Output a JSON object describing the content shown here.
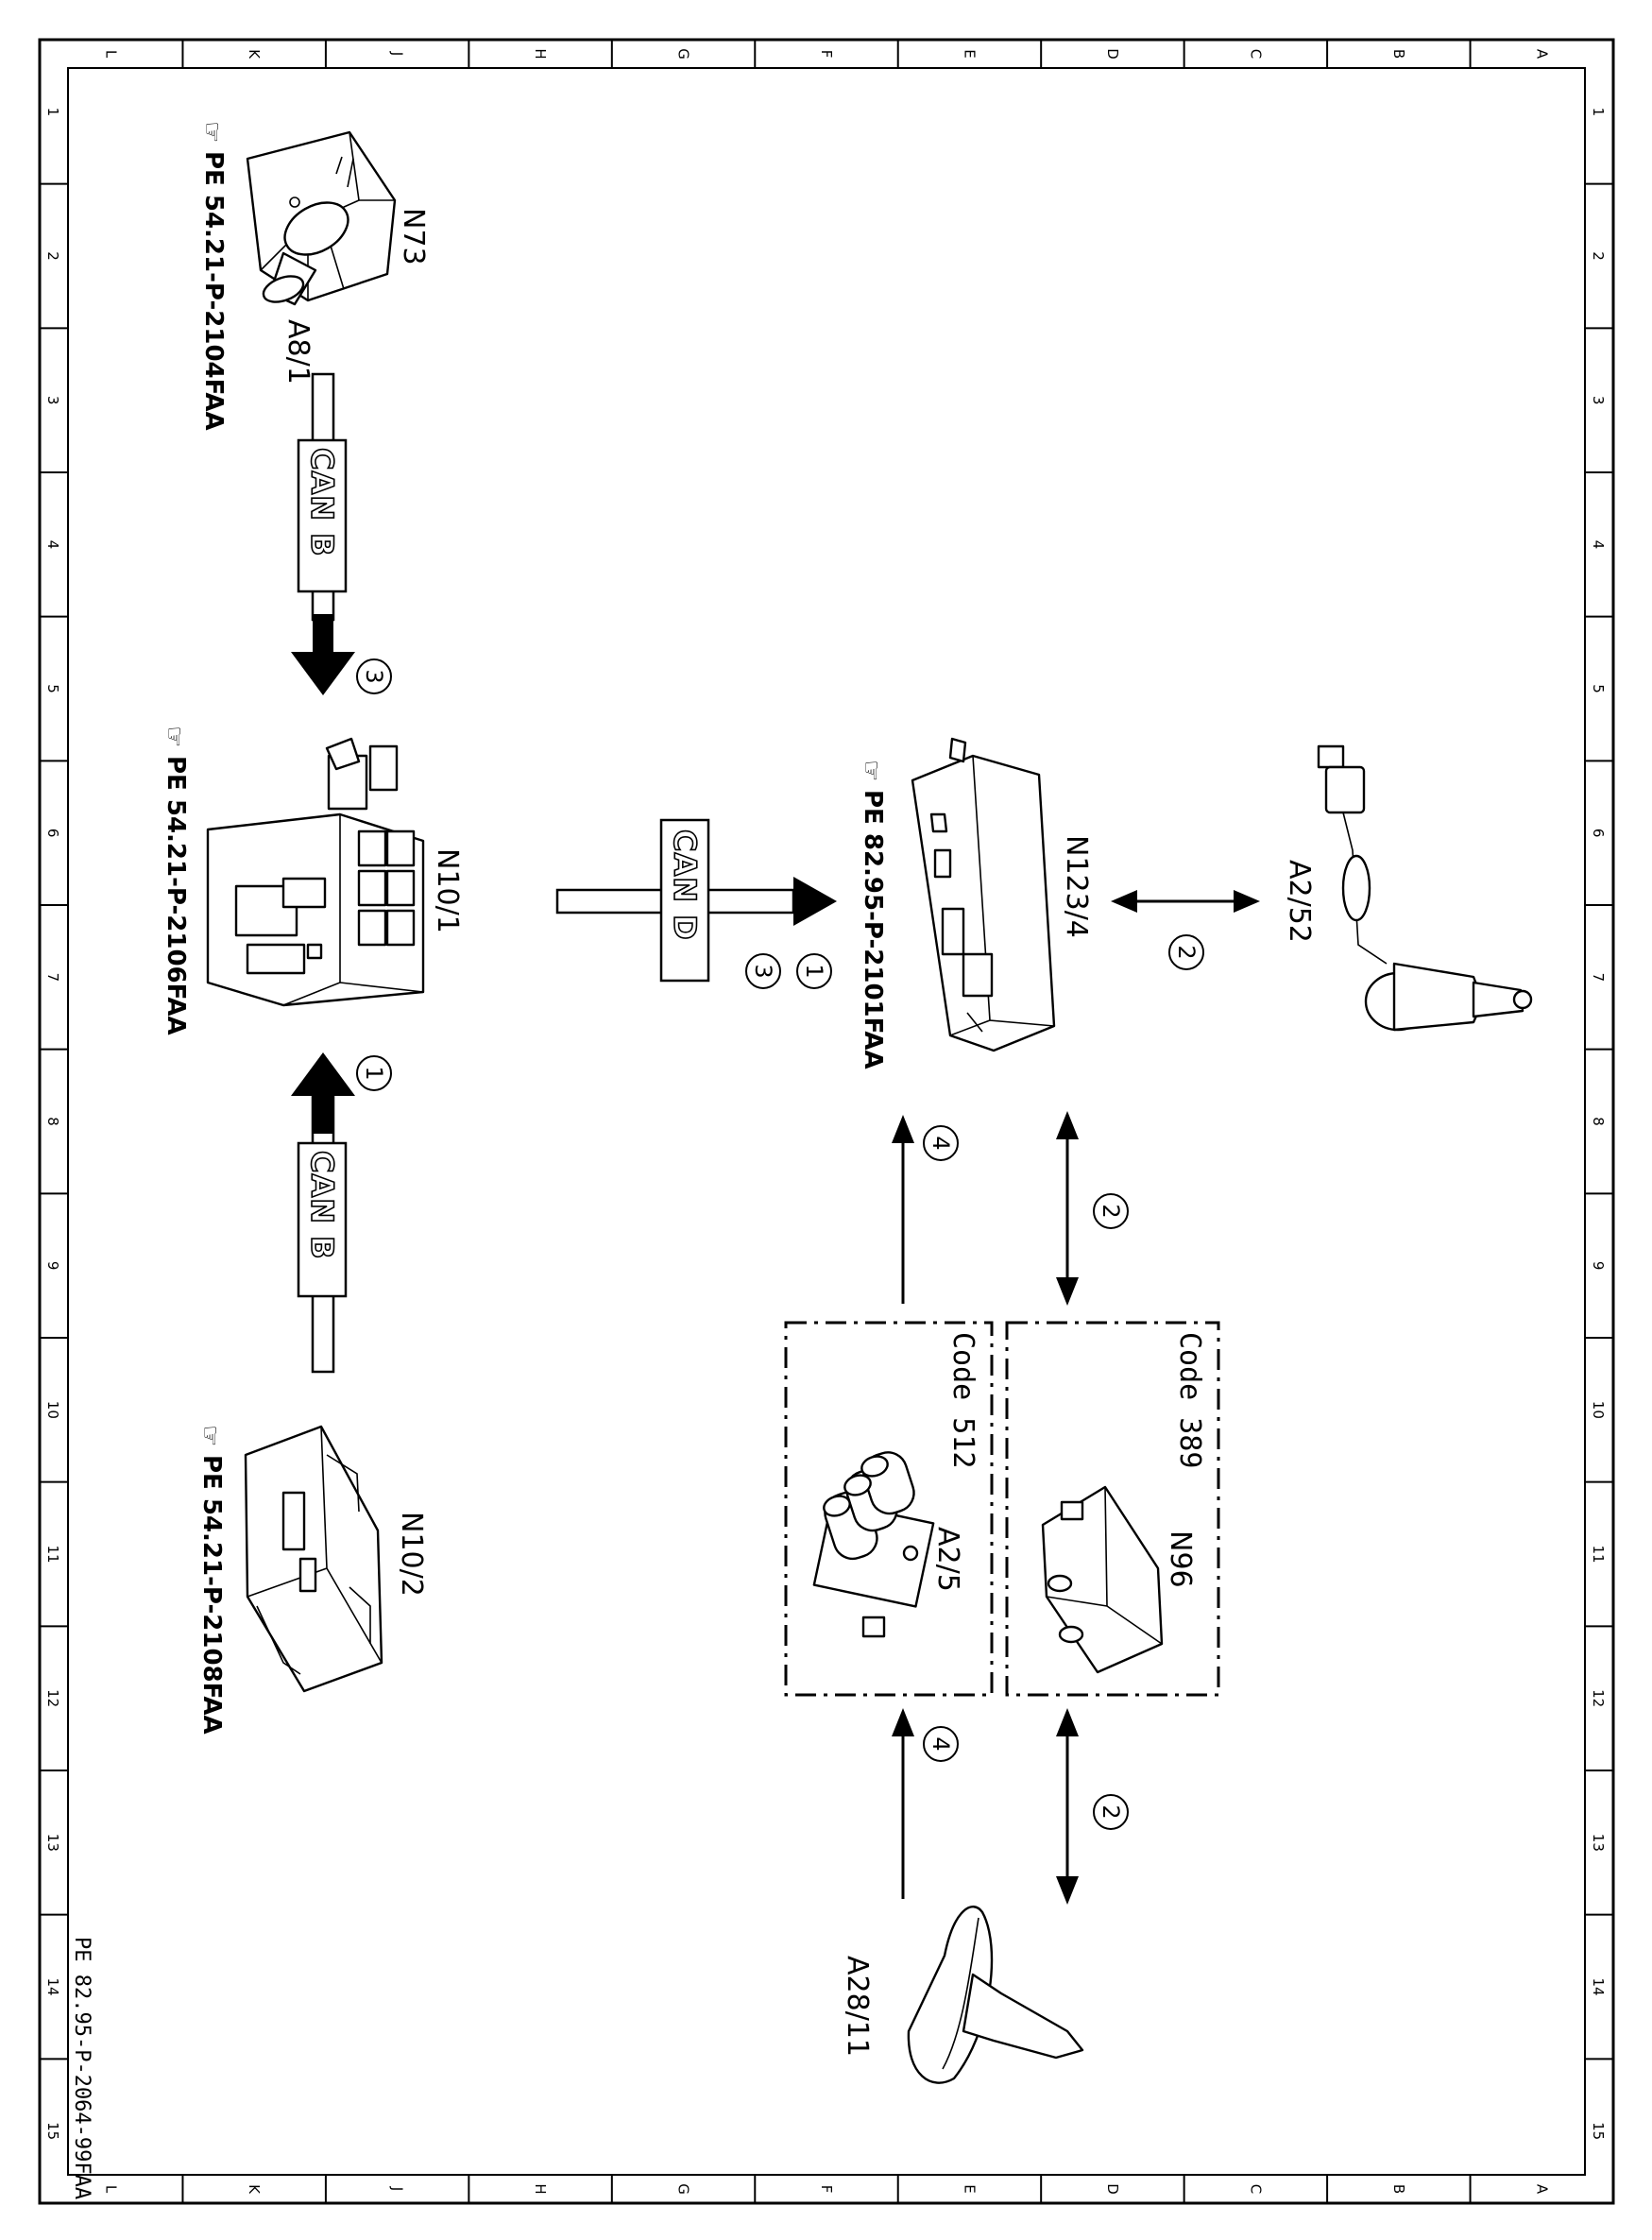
{
  "sheet": {
    "footer_code": "PE 82.95-P-2064-99FAA",
    "row_letters": [
      "L",
      "K",
      "J",
      "H",
      "G",
      "F",
      "E",
      "D",
      "C",
      "B",
      "A"
    ],
    "col_numbers": [
      "1",
      "2",
      "3",
      "4",
      "5",
      "6",
      "7",
      "8",
      "9",
      "10",
      "11",
      "12",
      "13",
      "14",
      "15"
    ]
  },
  "components": {
    "n73": {
      "code": "N73",
      "key": "A8/1",
      "ref": "PE  54.21-P-2104FAA"
    },
    "n10_1": {
      "code": "N10/1",
      "ref": "PE  54.21-P-2106FAA"
    },
    "n10_2": {
      "code": "N10/2",
      "ref": "PE  54.21-P-2108FAA"
    },
    "n123_4": {
      "code": "N123/4",
      "ref": "PE  82.95-P-2101FAA"
    },
    "a2_52": {
      "code": "A2/52"
    },
    "n96": {
      "code": "N96",
      "option": "Code 389"
    },
    "a2_5": {
      "code": "A2/5",
      "option": "Code 512"
    },
    "a28_11": {
      "code": "A28/11"
    }
  },
  "buses": {
    "can_b_top": "CAN B",
    "can_b_bottom": "CAN B",
    "can_d": "CAN D"
  },
  "circled_numbers": {
    "n73_to_n10_1": "3",
    "n10_2_to_n10_1": "1",
    "can_d_first": "1",
    "can_d_second": "3",
    "a2_52_link": "2",
    "n96_link_top": "2",
    "n96_link_bottom": "2",
    "a2_5_link_top": "4",
    "a2_5_link_bottom": "4"
  }
}
